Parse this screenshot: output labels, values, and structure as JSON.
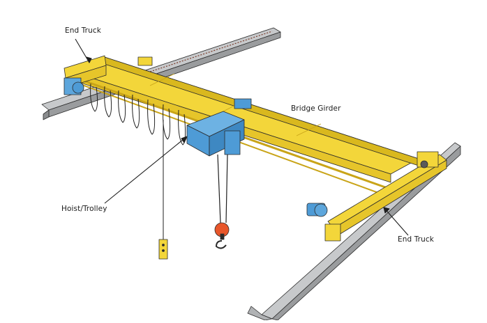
{
  "labels": {
    "end_truck_left": "End Truck",
    "bridge_girder": "Bridge Girder",
    "hoist_trolley": "Hoist/Trolley",
    "end_truck_right": "End Truck"
  },
  "colors": {
    "girder_yellow": "#F3D63A",
    "girder_shadow": "#D9B81E",
    "rail_gray": "#9A9C9E",
    "hoist_blue": "#4E9BD6",
    "hook_orange": "#E8562A",
    "outline": "#2b2b2b"
  }
}
